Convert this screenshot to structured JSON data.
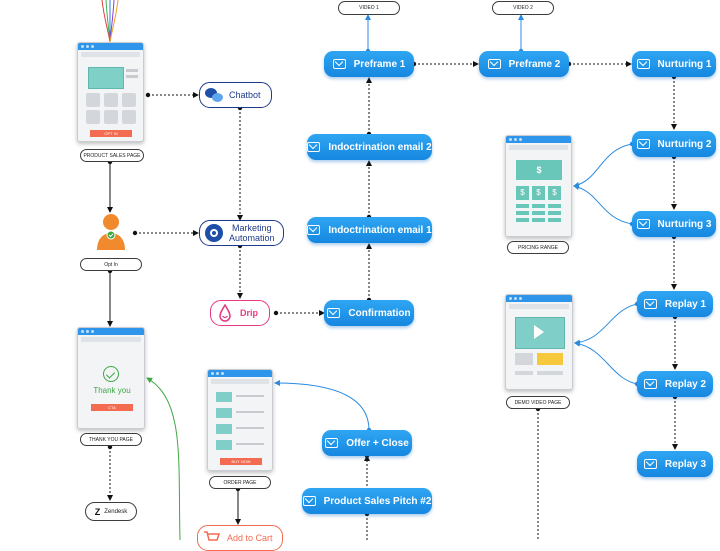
{
  "labels": {
    "product_sales_page": "PRODUCT SALES PAGE",
    "opt_in": "Opt In",
    "thank_you_page": "THANK YOU PAGE",
    "order_page": "ORDER PAGE",
    "pricing_range": "PRICING RANGE",
    "demo_video_page": "DEMO VIDEO PAGE",
    "video1": "VIDEO 1",
    "video2": "VIDEO 2"
  },
  "apps": {
    "chatbot": "Chatbot",
    "marketing_line1": "Marketing",
    "marketing_line2": "Automation",
    "drip": "Drip",
    "zendesk": "Zendesk",
    "add_to_cart": "Add to Cart"
  },
  "emails": {
    "preframe1": "Preframe 1",
    "preframe2": "Preframe 2",
    "nurturing1": "Nurturing 1",
    "nurturing2": "Nurturing 2",
    "nurturing3": "Nurturing 3",
    "indoctrination2": "Indoctrination email 2",
    "indoctrination1": "Indoctrination email 1",
    "confirmation": "Confirmation",
    "offer_close": "Offer + Close",
    "sales_pitch2": "Product Sales Pitch #2",
    "replay1": "Replay 1",
    "replay2": "Replay 2",
    "replay3": "Replay 3"
  },
  "page_text": {
    "opt_in_cta": "OPT IN",
    "thank_you": "Thank you",
    "cta": "CTA",
    "buy_now": "BUY NOW",
    "dollar": "$"
  },
  "colors": {
    "email_blue": "#1c8ee6",
    "app_navy": "#1e3a8a",
    "drip_pink": "#e63a83",
    "cta_orange": "#f36b50",
    "pricing_teal": "#69c7ba",
    "video_teal": "#7fcfc8",
    "video_yellow": "#f6c83c",
    "thankyou_green": "#3ea843",
    "link_green": "#3ea843"
  }
}
